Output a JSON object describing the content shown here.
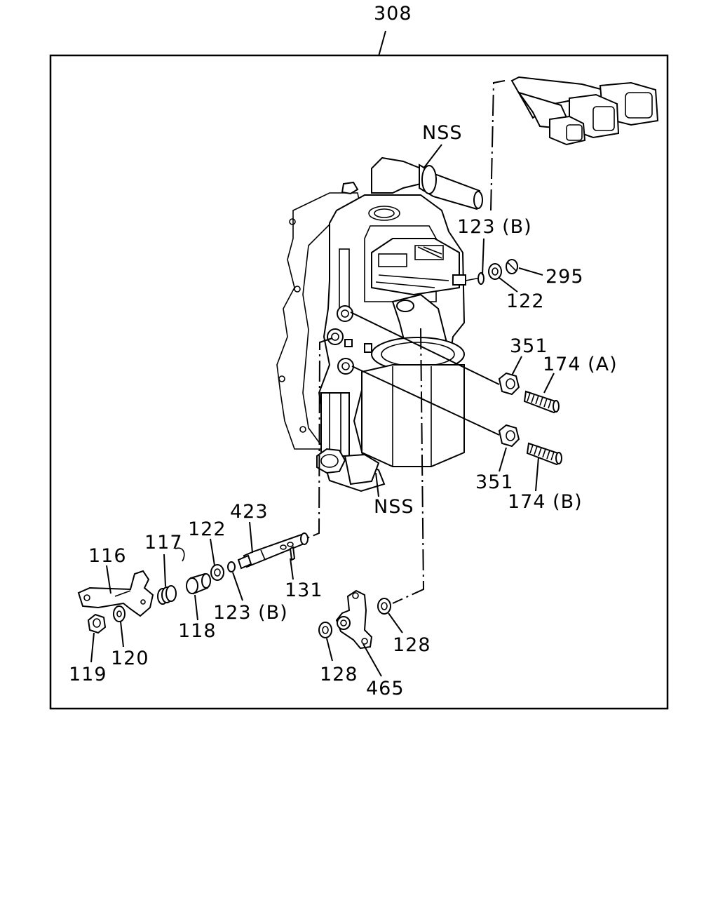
{
  "assembly_number": "308",
  "callouts": {
    "nss_top": "NSS",
    "nss_bottom": "NSS",
    "p123b_top": "123 (B)",
    "p295": "295",
    "p122_right": "122",
    "p351_top": "351",
    "p174a": "174 (A)",
    "p351_bottom": "351",
    "p174b": "174 (B)",
    "p423": "423",
    "p122_left": "122",
    "p117": "117",
    "p116": "116",
    "p131": "131",
    "p123b_bottom": "123 (B)",
    "p118": "118",
    "p120": "120",
    "p119": "119",
    "p128_right": "128",
    "p128_left": "128",
    "p465": "465"
  }
}
